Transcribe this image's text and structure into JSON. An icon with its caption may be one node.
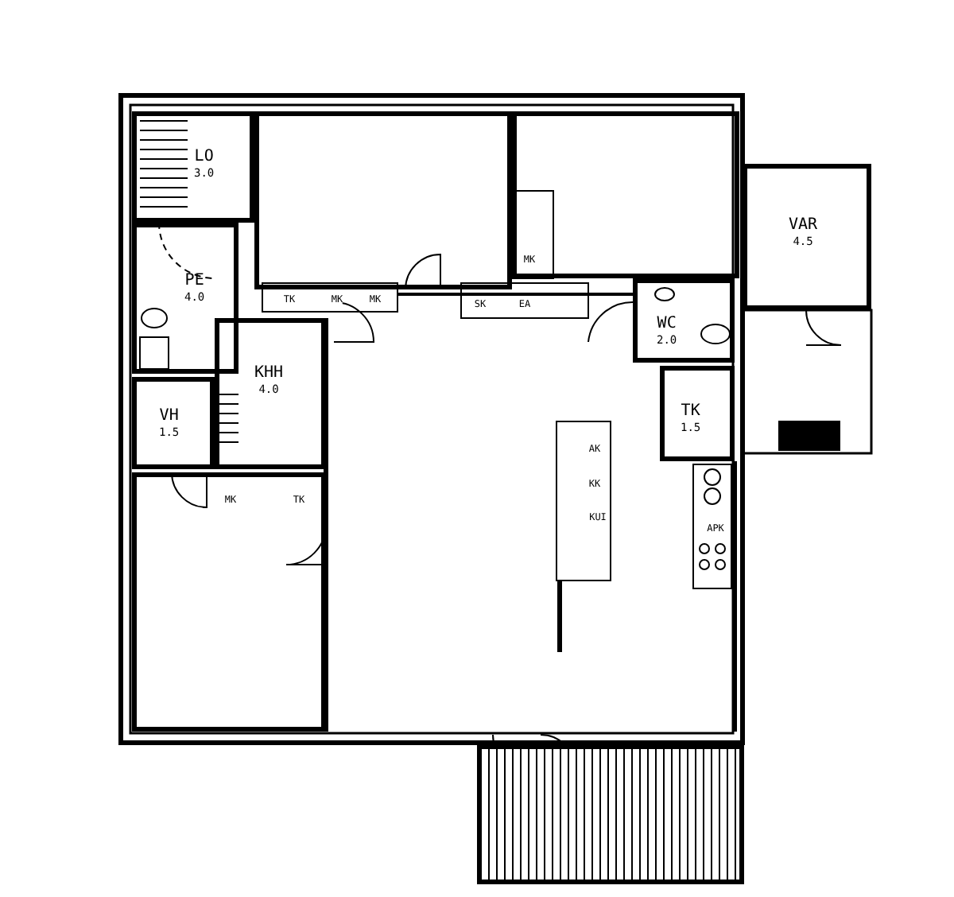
{
  "diagram": {
    "nodes": [
      {
        "text": [
          "LO",
          "3.0"
        ]
      },
      {
        "text": [
          "PE",
          "4.0"
        ]
      },
      {
        "text": [
          "VH",
          "1.5"
        ]
      },
      {
        "text": [
          "KHH",
          "4.0"
        ]
      },
      {
        "text": [
          "WC",
          "2.0"
        ]
      },
      {
        "text": [
          "TK",
          "1.5"
        ]
      },
      {
        "text": [
          "VAR",
          "4.5"
        ]
      },
      {
        "text": [],
        "shape": "box"
      },
      {
        "text": [],
        "shape": "box"
      },
      {
        "text": [],
        "shape": "box"
      },
      {
        "text": [],
        "shape": "box"
      }
    ],
    "labels": [
      "TK",
      "MK",
      "MK",
      "MK",
      "SK",
      "EA",
      "AK",
      "KK",
      "KUI",
      "APK",
      "MK",
      "TK"
    ]
  }
}
